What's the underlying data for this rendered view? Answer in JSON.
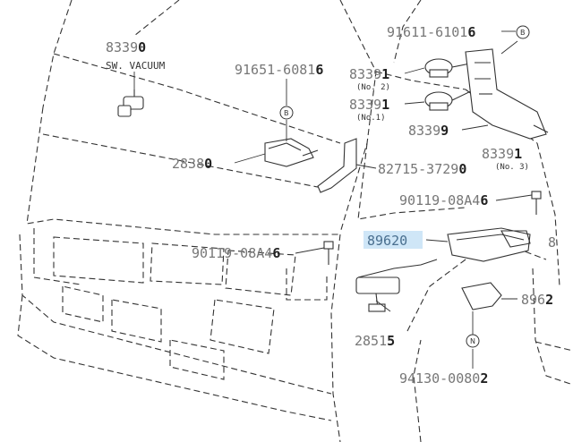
{
  "parts": [
    {
      "id": "p1",
      "main": "8339",
      "last": "0",
      "note": "SW. VACUUM"
    },
    {
      "id": "p2",
      "main": "91651-6081",
      "last": "6"
    },
    {
      "id": "p3",
      "main": "91611-6101",
      "last": "6"
    },
    {
      "id": "p4",
      "main": "8339",
      "last": "1",
      "note": "(No. 2)"
    },
    {
      "id": "p5",
      "main": "8339",
      "last": "1",
      "note": "(No.1)"
    },
    {
      "id": "p6",
      "main": "8339",
      "last": "9"
    },
    {
      "id": "p7",
      "main": "8339",
      "last": "1",
      "note": "(No. 3)"
    },
    {
      "id": "p8",
      "main": "2838",
      "last": "0"
    },
    {
      "id": "p9",
      "main": "82715-3729",
      "last": "0"
    },
    {
      "id": "p10",
      "main": "90119-08A4",
      "last": "6"
    },
    {
      "id": "p11",
      "main": "8962",
      "last": "0",
      "highlighted": true
    },
    {
      "id": "p12",
      "main": "90119-08A4",
      "last": "6"
    },
    {
      "id": "p13",
      "main": "2851",
      "last": "5"
    },
    {
      "id": "p14",
      "main": "896",
      "last": "2"
    },
    {
      "id": "p15",
      "main": "94130-0080",
      "last": "2"
    },
    {
      "id": "p16",
      "main": "8",
      "last": ""
    }
  ],
  "markers": [
    {
      "id": "m1",
      "letter": "B"
    },
    {
      "id": "m2",
      "letter": "B"
    },
    {
      "id": "m3",
      "letter": "N"
    }
  ],
  "colors": {
    "label": "#777777",
    "line": "#333333",
    "highlight": "#cfe6f7"
  }
}
